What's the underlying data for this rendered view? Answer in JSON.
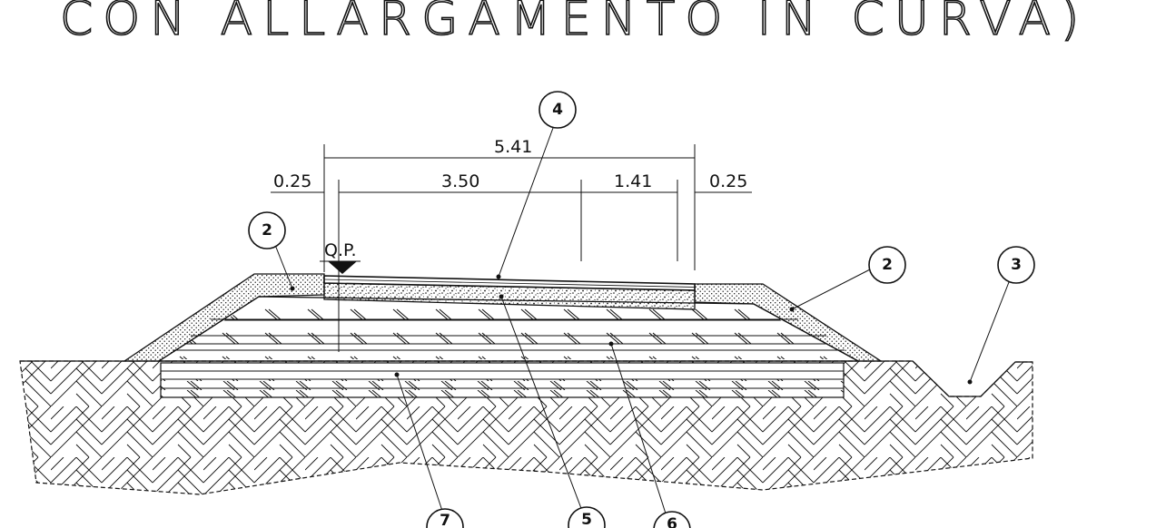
{
  "title": "CON ALLARGAMENTO IN CURVA)",
  "dimensions": {
    "total_width": "5.41",
    "lane_width": "3.50",
    "widening": "1.41",
    "left_shoulder": "0.25",
    "right_shoulder": "0.25"
  },
  "reference_label": "Q.P.",
  "callouts": {
    "c2_left": "2",
    "c4": "4",
    "c2_right": "2",
    "c3": "3",
    "c7": "7",
    "c5": "5",
    "c6": "6"
  },
  "colors": {
    "line": "#111111",
    "background": "#ffffff"
  }
}
